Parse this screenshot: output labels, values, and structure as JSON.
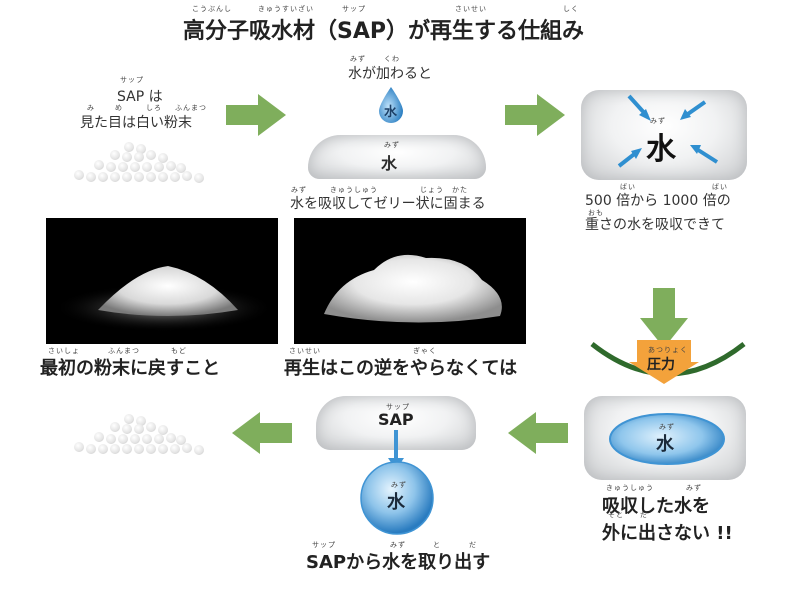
{
  "title": {
    "text": "高分子吸水材（SAP）が再生する仕組み",
    "ruby_1": "こうぶんし",
    "ruby_2": "きゅうすいざい",
    "ruby_3": "サップ",
    "ruby_4": "さいせい",
    "ruby_5": "しく"
  },
  "step1": {
    "line1": "SAP は",
    "line2": "見た目は白い粉末",
    "ruby_sap": "サップ",
    "ruby_mi": "み",
    "ruby_me": "め",
    "ruby_shiro": "しろ",
    "ruby_funmatsu": "ふんまつ"
  },
  "step2": {
    "top": "水が加わると",
    "ruby_mizu": "みず",
    "ruby_kuwa": "くわ",
    "drop": "水",
    "cloud_ruby": "みず",
    "cloud_text": "水",
    "bottom": "水を吸収してゼリー状に固まる",
    "ruby_b1": "みず",
    "ruby_b2": "きゅうしゅう",
    "ruby_b3": "じょう",
    "ruby_b4": "かた"
  },
  "step3": {
    "ruby": "みず",
    "text": "水",
    "line1": "500 倍から 1000 倍の",
    "line2": "重さの水を吸収できて",
    "ruby_bai1": "ばい",
    "ruby_bai2": "ばい",
    "ruby_omo": "おも"
  },
  "pressure": {
    "label": "圧力",
    "ruby": "あつりょく"
  },
  "step4": {
    "ruby": "みず",
    "text": "水",
    "line1": "吸収した水を",
    "line2": "外に出さない !!",
    "ruby_kyu": "きゅうしゅう",
    "ruby_mizu": "みず",
    "ruby_soto": "そと",
    "ruby_da": "だ"
  },
  "step5": {
    "sap_ruby": "サップ",
    "sap": "SAP",
    "ball_ruby": "みず",
    "ball": "水",
    "caption": "SAPから水を取り出す",
    "ruby_sap": "サップ",
    "ruby_mizu": "みず",
    "ruby_to": "と",
    "ruby_da": "だ"
  },
  "photo_left": {
    "caption": "最初の粉末に戻すこと",
    "ruby_1": "さいしょ",
    "ruby_2": "ふんまつ",
    "ruby_3": "もど"
  },
  "photo_right": {
    "caption": "再生はこの逆をやらなくては",
    "ruby_1": "さいせい",
    "ruby_2": "ぎゃく"
  },
  "colors": {
    "arrow_green": "#7fae5c",
    "arrow_dark": "#5c8b3f",
    "water_blue": "#3f94d4",
    "pressure_orange": "#f3a23b",
    "bowl_green": "#2f6a2c"
  }
}
